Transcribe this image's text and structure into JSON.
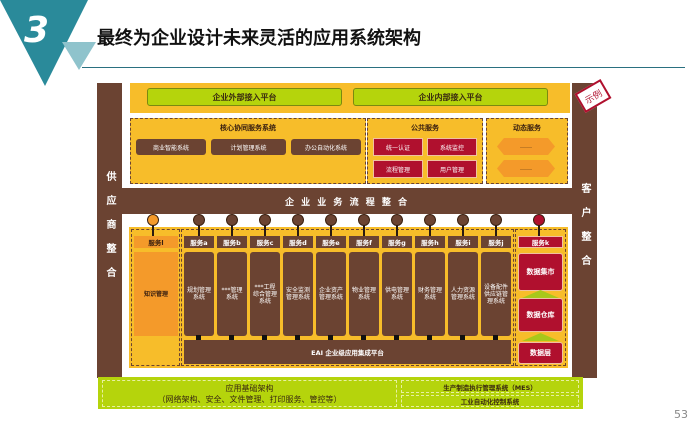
{
  "slide": {
    "number": "3",
    "title": "最终为企业设计未来灵活的应用系统架构",
    "page": "53",
    "stamp": "示例"
  },
  "access": {
    "external": "企业外部接入平台",
    "internal": "企业内部接入平台"
  },
  "core": {
    "title": "核心协同服务系统",
    "items": [
      "商业智能系统",
      "计划管理系统",
      "办公自动化系统"
    ]
  },
  "public": {
    "title": "公共服务",
    "items": [
      "统一认证",
      "系统监控",
      "流程管理",
      "用户管理"
    ]
  },
  "dynamic": {
    "title": "动态服务",
    "items": [
      "……",
      "……"
    ]
  },
  "side": {
    "left": "供应商整合",
    "right": "客户整合"
  },
  "process_bar": "企 业 业 务 流 程 整 合",
  "knowledge": {
    "service": "服务l",
    "label": "知识管理"
  },
  "services": [
    {
      "service": "服务a",
      "label": "规划管理系统"
    },
    {
      "service": "服务b",
      "label": "***管理系统"
    },
    {
      "service": "服务c",
      "label": "***工程综合管理系统"
    },
    {
      "service": "服务d",
      "label": "安全监测管理系统"
    },
    {
      "service": "服务e",
      "label": "企业资产管理系统"
    },
    {
      "service": "服务f",
      "label": "物业管理系统"
    },
    {
      "service": "服务g",
      "label": "供电管理系统"
    },
    {
      "service": "服务h",
      "label": "财务管理系统"
    },
    {
      "service": "服务i",
      "label": "人力资源管理系统"
    },
    {
      "service": "服务j",
      "label": "设备配件供应链管理系统"
    }
  ],
  "data_stack": {
    "service": "服务k",
    "items": [
      "数据集市",
      "数据仓库",
      "数据层"
    ]
  },
  "eai": "EAI 企业级应用集成平台",
  "foundation": {
    "title": "应用基础架构",
    "subtitle": "（网络架构、安全、文件管理、打印服务、管控等）",
    "mes": "生产制造执行管理系统（MES）",
    "automation": "工业自动化控制系统"
  }
}
